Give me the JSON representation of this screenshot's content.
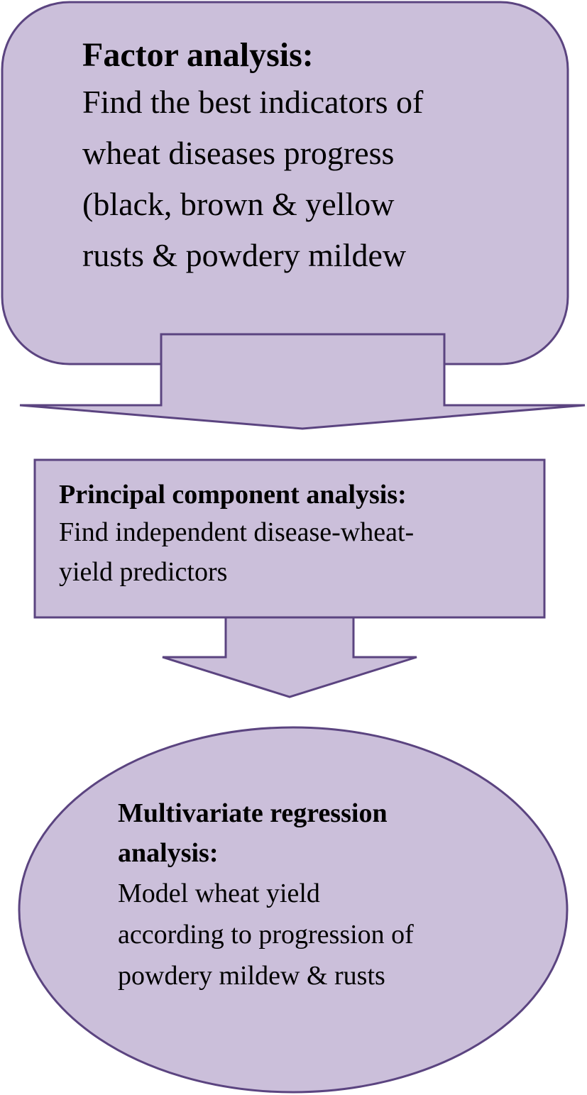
{
  "colors": {
    "shape_fill": "#cbbfda",
    "shape_stroke": "#5b4480",
    "text": "#000000"
  },
  "steps": [
    {
      "title": "Factor analysis:",
      "lines": [
        "Find the best indicators of",
        "wheat diseases progress",
        "(black, brown & yellow",
        "rusts & powdery mildew"
      ]
    },
    {
      "title": "Principal component analysis:",
      "lines": [
        "Find independent disease-wheat-",
        "yield predictors"
      ]
    },
    {
      "title_lines": [
        "Multivariate regression",
        "analysis:"
      ],
      "lines": [
        "Model wheat yield",
        "according to progression of",
        "powdery mildew & rusts"
      ]
    }
  ]
}
